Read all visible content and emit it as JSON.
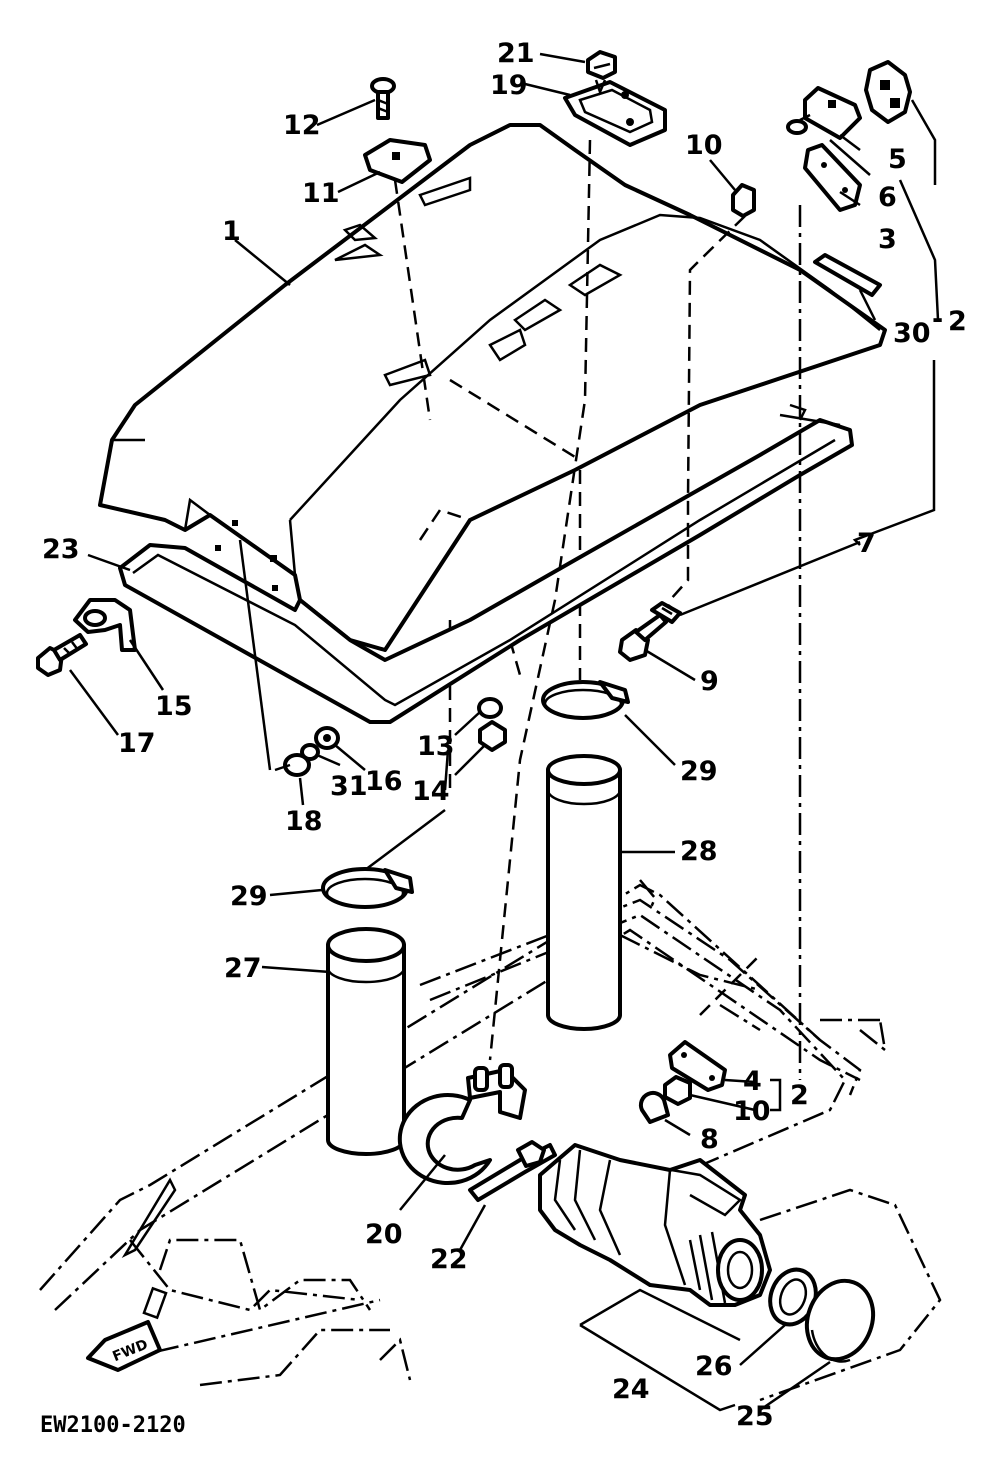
{
  "drawing_code": "EW2100-2120",
  "fwd_label": "FWD",
  "bracket_group": "2",
  "callouts": {
    "c1": "1",
    "c2a": "2",
    "c2b": "2",
    "c3": "3",
    "c4": "4",
    "c5": "5",
    "c6": "6",
    "c7": "7",
    "c8": "8",
    "c9": "9",
    "c10a": "10",
    "c10b": "10",
    "c11": "11",
    "c12": "12",
    "c13": "13",
    "c14": "14",
    "c15": "15",
    "c16": "16",
    "c17": "17",
    "c18": "18",
    "c19": "19",
    "c20": "20",
    "c21": "21",
    "c22": "22",
    "c23": "23",
    "c24": "24",
    "c25": "25",
    "c26": "26",
    "c27": "27",
    "c28": "28",
    "c29a": "29",
    "c29b": "29",
    "c30": "30",
    "c31": "31"
  }
}
